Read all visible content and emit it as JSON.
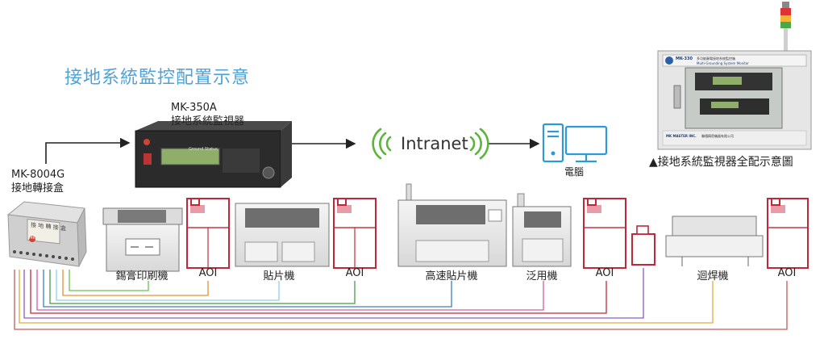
{
  "title": "接地系統監控配置示意",
  "monitor": {
    "model": "MK-350A",
    "name": "接地系統監視器",
    "front_text": "Ground Status"
  },
  "junction": {
    "model": "MK-8004G",
    "name": "接地轉接盒",
    "box_text": "接 地 轉 接 盒",
    "brand": "MK"
  },
  "network": {
    "label": "Intranet"
  },
  "computer": {
    "label": "電腦"
  },
  "panel": {
    "caption": "▲接地系統監視器全配示意圖",
    "header_model": "MK-330",
    "header_title": "多功能靜電接地系統監控箱",
    "header_subtitle": "Multi-Grounding System Monitor",
    "company": "MK MASTER INC.",
    "company_cn": "聯禧精密儀器有限公司"
  },
  "machines": [
    {
      "label": "錫膏印刷機"
    },
    {
      "label": "AOI"
    },
    {
      "label": "貼片機"
    },
    {
      "label": "AOI"
    },
    {
      "label": "高速貼片機"
    },
    {
      "label": "泛用機"
    },
    {
      "label": "AOI"
    },
    {
      "label": "迴焊機"
    },
    {
      "label": "AOI"
    }
  ],
  "colors": {
    "accent": "#4fa3d8",
    "aoi_red": "#c0283a",
    "wifi_green": "#5bb53b",
    "computer_blue": "#2b9ad6"
  }
}
